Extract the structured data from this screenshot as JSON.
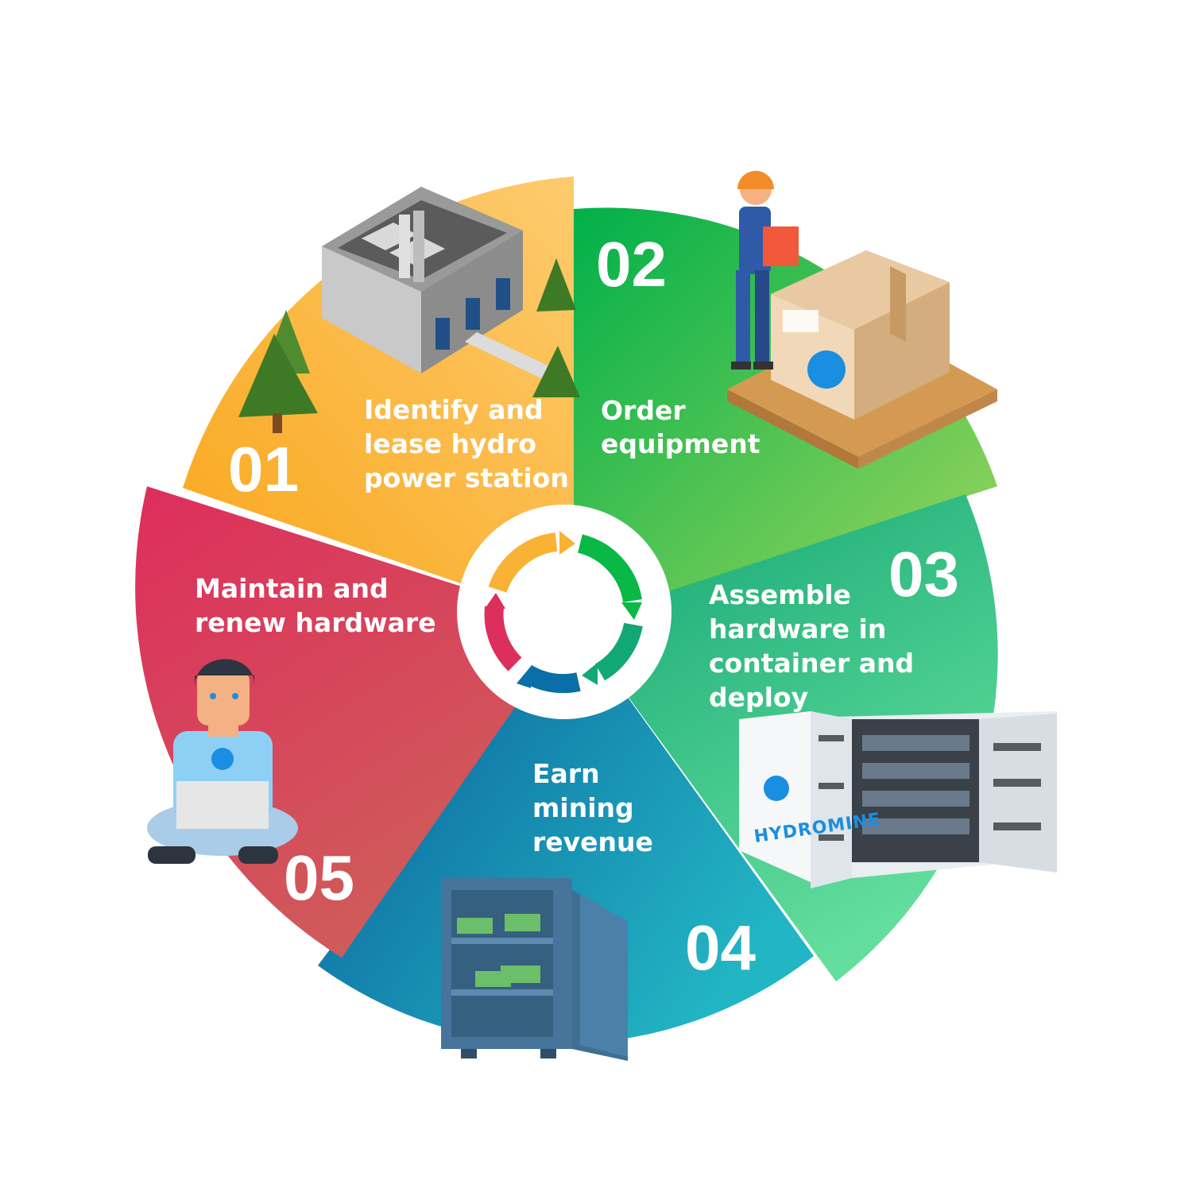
{
  "steps": [
    {
      "number": "01",
      "label_lines": [
        "Identify and",
        "lease hydro",
        "power station"
      ],
      "color": "#F9B233",
      "color_light": "#FDCB6E",
      "illustration": "hydro-power-station-icon"
    },
    {
      "number": "02",
      "label_lines": [
        "Order",
        "equipment"
      ],
      "color": "#0AB845",
      "color_light": "#8FD65A",
      "illustration": "worker-with-box-icon"
    },
    {
      "number": "03",
      "label_lines": [
        "Assemble",
        "hardware in",
        "container and",
        "deploy"
      ],
      "color": "#12A875",
      "color_light": "#5CDA9A",
      "illustration": "mining-container-icon"
    },
    {
      "number": "04",
      "label_lines": [
        "Earn",
        "mining",
        "revenue"
      ],
      "color": "#0A6FA8",
      "color_light": "#1FB0C8",
      "illustration": "money-safe-icon"
    },
    {
      "number": "05",
      "label_lines": [
        "Maintain and",
        "renew hardware"
      ],
      "color": "#DD2F5B",
      "color_light": "#CF5E5E",
      "illustration": "technician-with-laptop-icon"
    }
  ],
  "center": {
    "icon": "cycle-arrows-icon"
  },
  "branding": {
    "container_text": "HYDROMINE",
    "logo_icon": "hydromine-logo-icon"
  }
}
